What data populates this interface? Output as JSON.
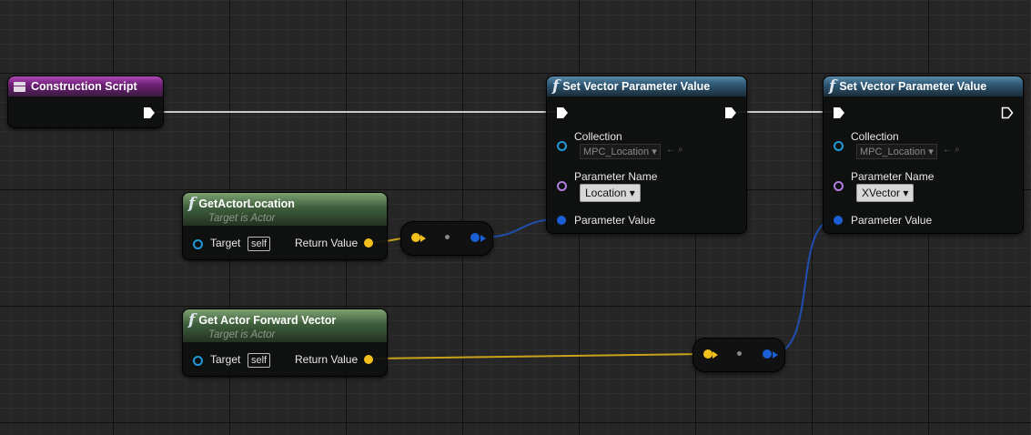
{
  "nodes": {
    "construction": {
      "title": "Construction Script"
    },
    "get_location": {
      "title": "GetActorLocation",
      "subtitle": "Target is Actor",
      "target_label": "Target",
      "self_label": "self",
      "return_label": "Return Value"
    },
    "get_forward": {
      "title": "Get Actor Forward Vector",
      "subtitle": "Target is Actor",
      "target_label": "Target",
      "self_label": "self",
      "return_label": "Return Value"
    },
    "set1": {
      "title": "Set Vector Parameter Value",
      "collection_label": "Collection",
      "collection_value": "MPC_Location",
      "param_name_label": "Parameter Name",
      "param_name_value": "Location",
      "param_value_label": "Parameter Value"
    },
    "set2": {
      "title": "Set Vector Parameter Value",
      "collection_label": "Collection",
      "collection_value": "MPC_Location",
      "param_name_label": "Parameter Name",
      "param_name_value": "XVector",
      "param_value_label": "Parameter Value"
    }
  },
  "colors": {
    "exec": "#ffffff",
    "object": "#1e9ad6",
    "name": "#b07ee0",
    "vector": "#f2c01a",
    "vector_wire": "#c9a11a",
    "struct": "#1b5fd6",
    "struct_wire": "#1f4fb0"
  },
  "icons": {
    "function": "f",
    "event": "event-icon",
    "arrow_back": "←",
    "search": "⌕"
  }
}
